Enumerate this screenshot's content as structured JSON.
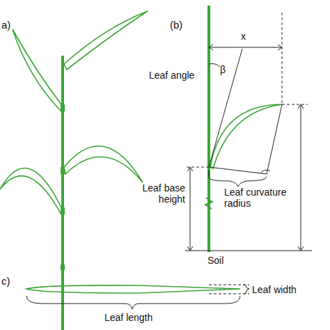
{
  "diagram": {
    "labels": [
      "a)",
      "(b)",
      "x",
      "Leaf angle",
      "β",
      "Leaf base height",
      "Leaf curvature radius",
      "Soil",
      "c)",
      "Leaf width",
      "Leaf length"
    ]
  }
}
